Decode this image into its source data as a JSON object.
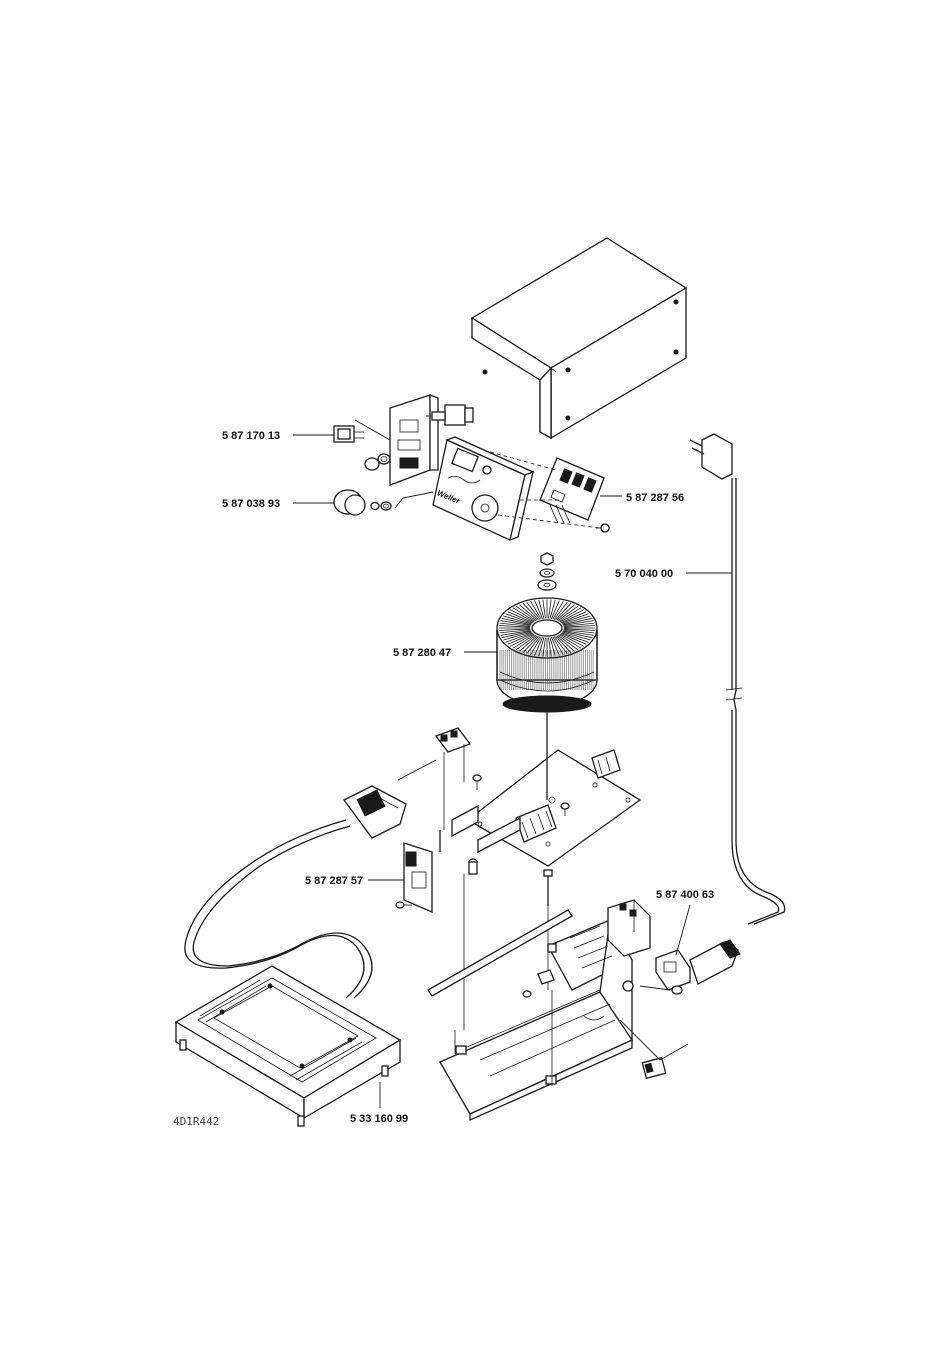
{
  "part_labels": {
    "switch": "5 87 170 13",
    "knob": "5 87 038 93",
    "display_pcb": "5 87 287 56",
    "power_cord": "5 70 040 00",
    "transformer": "5 87 280 47",
    "control_pcb": "5 87 287 57",
    "power_socket": "5 87 400 63",
    "heating_plate": "5 33 160 99"
  },
  "drawing_id": "4D1R442",
  "front_panel_brand": "Weller"
}
